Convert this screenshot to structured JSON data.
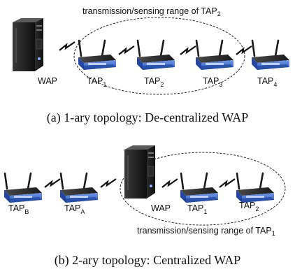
{
  "panel_a": {
    "range_label": {
      "main": "transmission/sensing range of TAP",
      "sub": "2"
    },
    "server_label": "WAP",
    "routers": [
      {
        "base": "TAP",
        "sub": "1"
      },
      {
        "base": "TAP",
        "sub": "2"
      },
      {
        "base": "TAP",
        "sub": "3"
      },
      {
        "base": "TAP",
        "sub": "4"
      }
    ],
    "caption": "(a) 1-ary topology: De-centralized WAP"
  },
  "panel_b": {
    "range_label": {
      "main": "transmission/sensing range of TAP",
      "sub": "1"
    },
    "server_label": "WAP",
    "routers": [
      {
        "base": "TAP",
        "sub": "B"
      },
      {
        "base": "TAP",
        "sub": "A"
      },
      {
        "base": "TAP",
        "sub": "1"
      },
      {
        "base": "TAP",
        "sub": "2"
      }
    ],
    "caption": "(b) 2-ary topology: Centralized WAP"
  },
  "colors": {
    "router_blue": "#3d6fd1",
    "router_dark": "#222222",
    "server_body": "#1d1d1d",
    "range_ellipse": "#222222"
  },
  "icons": [
    "server-icon",
    "wireless-router-icon",
    "lightning-link-icon"
  ]
}
